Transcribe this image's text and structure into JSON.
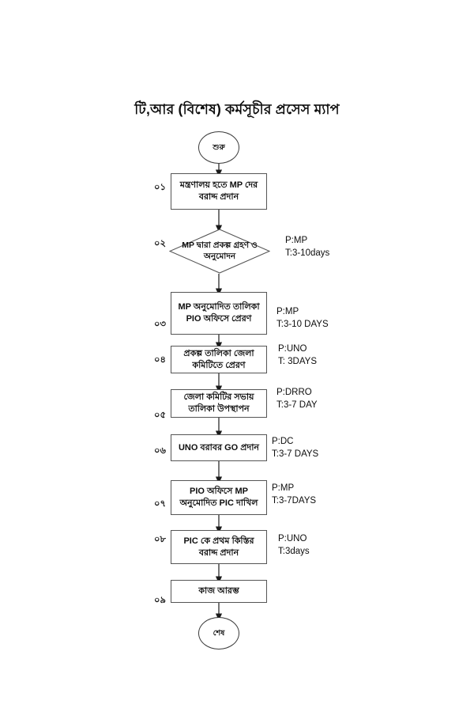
{
  "document": {
    "title": "টি,আর  (বিশেষ) কর্মসূচীর প্রসেস ম্যাপ"
  },
  "flow": {
    "start": {
      "label": "শুরু"
    },
    "end": {
      "label": "শেষ"
    },
    "steps": [
      {
        "serial": "০১",
        "shape": "process",
        "label": "মন্ত্রণালয় হতে MP দের বরাদ্দ প্রদান",
        "person": "",
        "time": ""
      },
      {
        "serial": "০২",
        "shape": "decision",
        "label": "MP দ্বারা প্রকল্প গ্রহণ ও অনুমোদন",
        "person": "P:MP",
        "time": "T:3-10days"
      },
      {
        "serial": "০৩",
        "shape": "process",
        "label": "MP অনুমোদিত তালিকা PIO অফিসে প্রেরণ",
        "person": "P:MP",
        "time": "T:3-10 DAYS"
      },
      {
        "serial": "০৪",
        "shape": "process",
        "label": "প্রকল্প তালিকা জেলা কমিটিতে প্রেরণ",
        "person": "P:UNO",
        "time": "T: 3DAYS"
      },
      {
        "serial": "০৫",
        "shape": "process",
        "label": "জেলা কমিটির সভায় তালিকা উপস্থাপন",
        "person": "P:DRRO",
        "time": "T:3-7 DAY"
      },
      {
        "serial": "০৬",
        "shape": "process",
        "label": "UNO বরাবর GO প্রদান",
        "person": "P:DC",
        "time": "T:3-7 DAYS"
      },
      {
        "serial": "০৭",
        "shape": "process",
        "label": "PIO অফিসে MP অনুমোদিত PIC দাখিল",
        "person": "P:MP",
        "time": "T:3-7DAYS"
      },
      {
        "serial": "০৮",
        "shape": "process",
        "label": "PIC কে প্রথম কিস্তির বরাদ্দ প্রদান",
        "person": "P:UNO",
        "time": "T:3days"
      },
      {
        "serial": "০৯",
        "shape": "process",
        "label": "কাজ আরম্ভ",
        "person": "",
        "time": ""
      }
    ]
  },
  "colors": {
    "page_background": "#ffffff",
    "shape_stroke": "#555555",
    "terminator_stroke": "#3b3b3b",
    "text": "#0f0f0f",
    "connector": "#1a1a1a"
  }
}
